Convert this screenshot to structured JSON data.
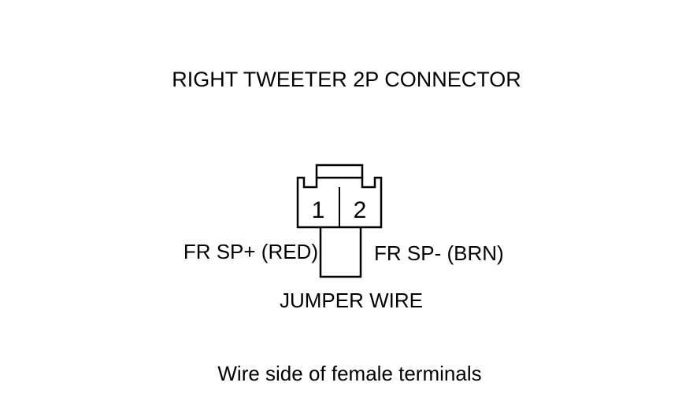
{
  "diagram": {
    "title": "RIGHT TWEETER 2P CONNECTOR",
    "connector": {
      "pins": [
        {
          "number": "1",
          "wire": "FR SP+ (RED)"
        },
        {
          "number": "2",
          "wire": "FR SP- (BRN)"
        }
      ]
    },
    "jumper_label": "JUMPER WIRE",
    "footer": "Wire side of female terminals",
    "line_color": "#000000",
    "background_color": "#ffffff"
  }
}
